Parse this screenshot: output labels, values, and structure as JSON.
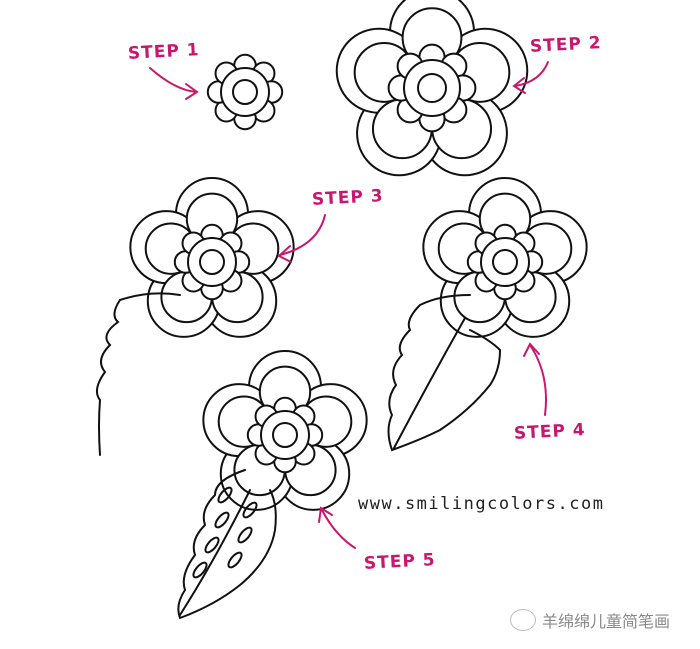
{
  "steps": [
    {
      "label": "STEP 1"
    },
    {
      "label": "STEP 2"
    },
    {
      "label": "STEP 3"
    },
    {
      "label": "STEP 4"
    },
    {
      "label": "STEP 5"
    }
  ],
  "website": "www.smilingcolors.com",
  "watermark": {
    "text": "羊绵绵儿童简笔画",
    "icon": "wechat-icon"
  },
  "colors": {
    "accent": "#c8176d",
    "ink": "#111111"
  }
}
